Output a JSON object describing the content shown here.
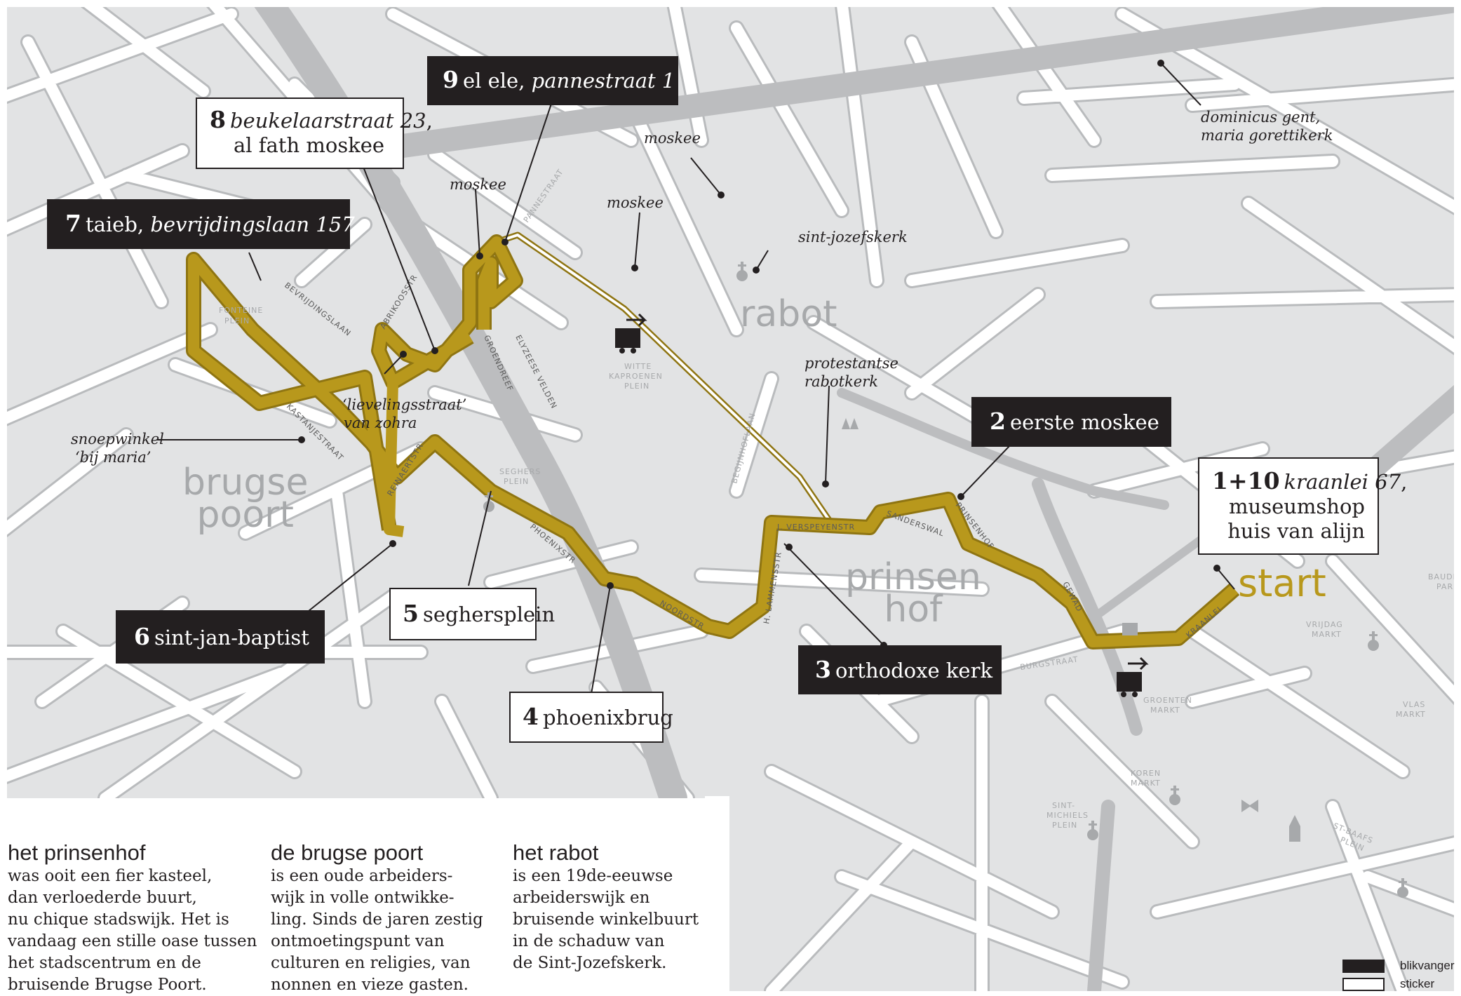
{
  "colors": {
    "street": "#d9dadb",
    "street_edge": "#b9bbbd",
    "water": "#b9babc",
    "route": "#b8981c",
    "route_edge": "#8f7512",
    "ink": "#231f20",
    "district": "#a7a9ab"
  },
  "stops": {
    "s1": {
      "num": "1+10",
      "italic": "kraanlei 67",
      "after": ",",
      "line2": "museumshop",
      "line3": "huis van alijn"
    },
    "s2": {
      "num": "2",
      "text": "eerste moskee"
    },
    "s3": {
      "num": "3",
      "text": "orthodoxe kerk"
    },
    "s4": {
      "num": "4",
      "text": "phoenixbrug"
    },
    "s5": {
      "num": "5",
      "text": "seghersplein"
    },
    "s6": {
      "num": "6",
      "text": "sint-jan-baptist"
    },
    "s7": {
      "num": "7",
      "text": "taieb,",
      "italic": "bevrijdingslaan 157"
    },
    "s8": {
      "num": "8",
      "italic": "beukelaarstraat 23",
      "after": ",",
      "line2": "al fath moskee"
    },
    "s9": {
      "num": "9",
      "text": "el ele,",
      "italic": "pannestraat 1"
    }
  },
  "notes": {
    "moskee_a": "moskee",
    "moskee_b": "moskee",
    "moskee_c": "moskee",
    "sintjozef": "sint-jozefskerk",
    "dominicus": "dominicus gent,",
    "dominicus2": "maria gorettikerk",
    "protestantse": "protestantse",
    "protestantse2": "rabotkerk",
    "lievelings": "‘lievelingsstraat’",
    "lievelings2": "van zohra",
    "snoep": "snoepwinkel",
    "snoep2": "‘bij maria’"
  },
  "districts": {
    "rabot": "rabot",
    "brugse1": "brugse",
    "brugse2": "poort",
    "prinsen1": "prinsen",
    "prinsen2": "hof"
  },
  "start_label": "start",
  "streets": [
    "BEVRIJDINGSLAAN",
    "ABRIKOOSSTR",
    "PANNESTRAAT",
    "FONTEINE",
    "PLEIN",
    "GROENDREEF",
    "ELYZEESE VELDEN",
    "KASTANJESTRAAT",
    "REINAERTSTR",
    "SEGHERS",
    "PLEIN",
    "WITTE",
    "KAPROENEN",
    "PLEIN",
    "PHOENIXSTR",
    "NOORDSTR",
    "H. LAMMENSSTR",
    "J. VERSPEYENSTR",
    "BEGIJNHOFLAAN",
    "SANDERSWAL",
    "PRINSENHOF",
    "GEWAD",
    "KRAANLEI",
    "BURGSTRAAT",
    "VRIJDAG",
    "MARKT",
    "GROENTEN",
    "MARKT",
    "KOREN",
    "MARKT",
    "SINT-",
    "MICHIELS",
    "PLEIN",
    "ST-BAAFS",
    "PLEIN",
    "VLAS",
    "MARKT",
    "BAUDE",
    "PARK"
  ],
  "columns": [
    {
      "title": "het prinsenhof",
      "lines": [
        "was ooit een fier kasteel,",
        "dan verloederde buurt,",
        "nu chique stadswijk. Het is",
        "vandaag een stille oase tussen",
        "het stadscentrum en de",
        "bruisende Brugse Poort."
      ]
    },
    {
      "title": "de brugse poort",
      "lines": [
        "is een oude arbeiders-",
        "wijk in volle ontwikke-",
        "ling. Sinds de jaren zestig",
        "ontmoetingspunt van",
        "culturen en religies, van",
        "nonnen en vieze gasten."
      ]
    },
    {
      "title": "het rabot",
      "lines": [
        "is een 19de-eeuwse",
        "arbeiderswijk en",
        "bruisende winkelbuurt",
        "in de schaduw van",
        "de Sint-Jozefskerk."
      ]
    }
  ],
  "legend": {
    "black": "blikvanger",
    "white": "sticker"
  }
}
